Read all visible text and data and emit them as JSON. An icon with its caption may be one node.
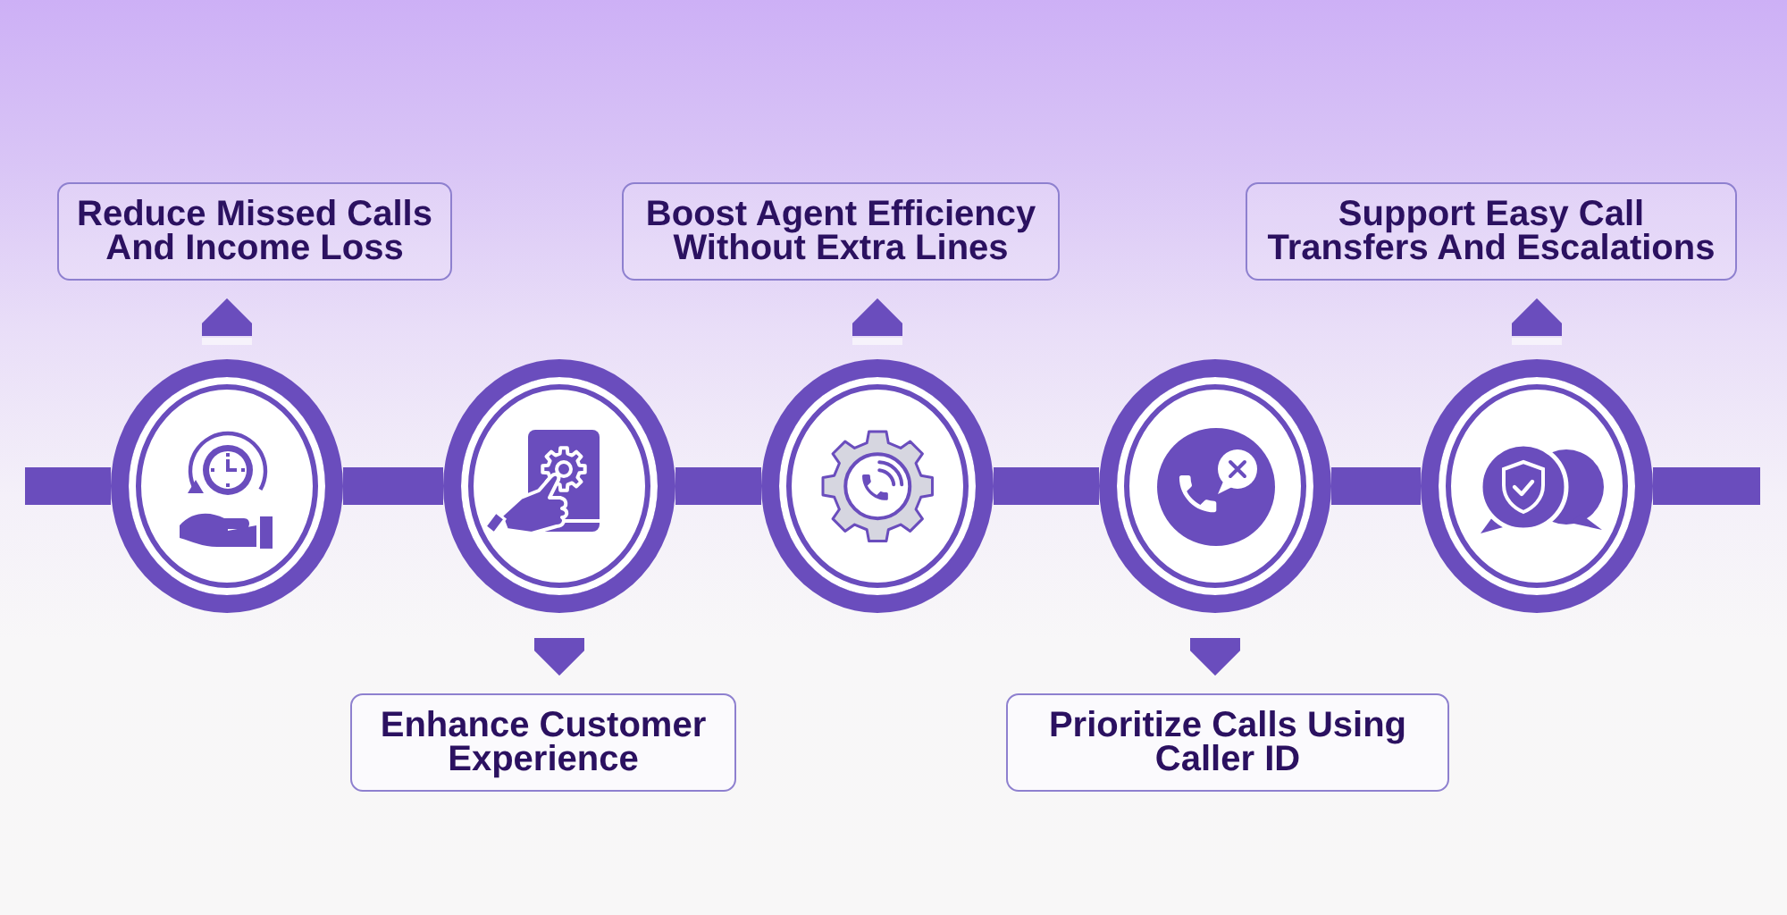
{
  "diagram": {
    "nodes": [
      {
        "text": [
          "Reduce Missed Calls And Income Loss"
        ]
      },
      {
        "text": [
          "Boost Agent Efficiency Without Extra Lines"
        ]
      },
      {
        "text": [
          "Support Easy Call Transfers And Escalations"
        ]
      },
      {
        "text": [],
        "shape": "circle"
      },
      {
        "text": [],
        "shape": "circle"
      },
      {
        "text": [],
        "shape": "circle"
      },
      {
        "text": [],
        "shape": "circle"
      },
      {
        "text": [],
        "shape": "circle"
      },
      {
        "text": [
          "Enhance Customer Experience"
        ]
      },
      {
        "text": [
          "Prioritize Calls Using Caller ID"
        ]
      }
    ],
    "edges": [
      {
        "from": null,
        "to": 3,
        "arrow": "none"
      },
      {
        "from": 3,
        "to": 4,
        "arrow": "none"
      },
      {
        "from": 4,
        "to": 5,
        "arrow": "none"
      },
      {
        "from": 5,
        "to": 6,
        "arrow": "none"
      },
      {
        "from": 6,
        "to": 7,
        "arrow": "none"
      },
      {
        "from": 7,
        "to": null,
        "arrow": "none"
      },
      {
        "from": 3,
        "to": 0,
        "arrow": "to"
      },
      {
        "from": 4,
        "to": 8,
        "arrow": "to"
      },
      {
        "from": 5,
        "to": 1,
        "arrow": "to"
      },
      {
        "from": 6,
        "to": 9,
        "arrow": "to"
      },
      {
        "from": 7,
        "to": 2,
        "arrow": "to"
      }
    ]
  }
}
